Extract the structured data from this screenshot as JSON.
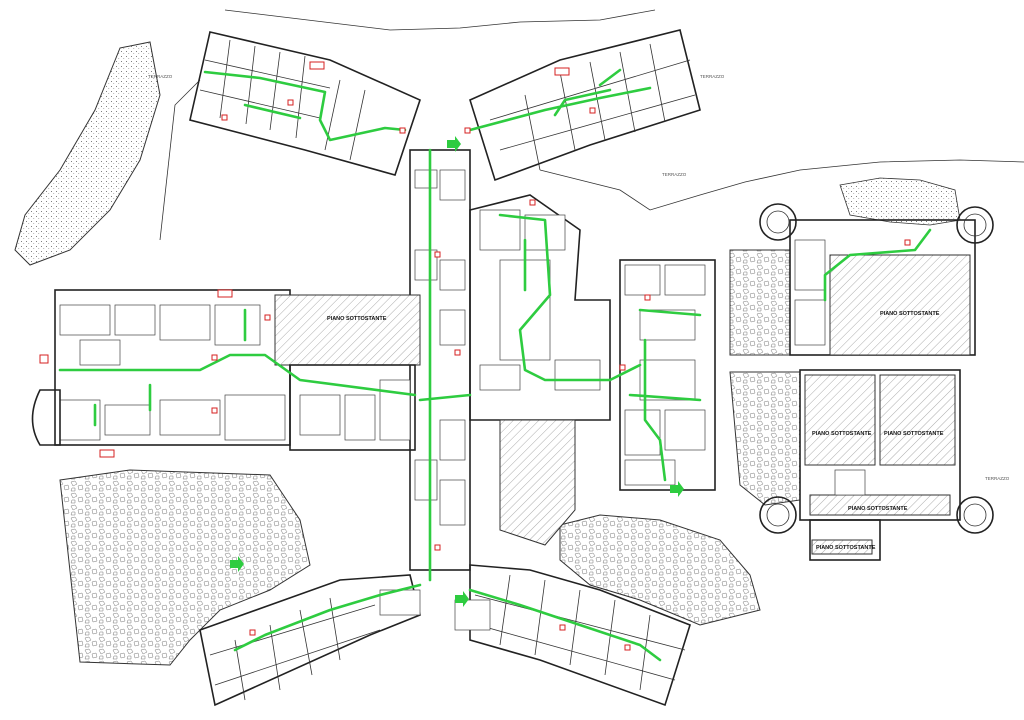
{
  "plan": {
    "lower_floor_labels": [
      "PIANO SOTTOSTANTE",
      "PIANO SOTTOSTANTE",
      "PIANO SOTTOSTANTE",
      "PIANO SOTTOSTANTE",
      "PIANO SOTTOSTANTE",
      "PIANO SOTTOSTANTE"
    ],
    "terrace_labels": [
      "TERRAZZO",
      "TERRAZZO",
      "TERRAZZO",
      "TERRAZZO"
    ],
    "colors": {
      "route": "#2ecc40",
      "signage": "#d62020",
      "walls": "#222222"
    }
  }
}
